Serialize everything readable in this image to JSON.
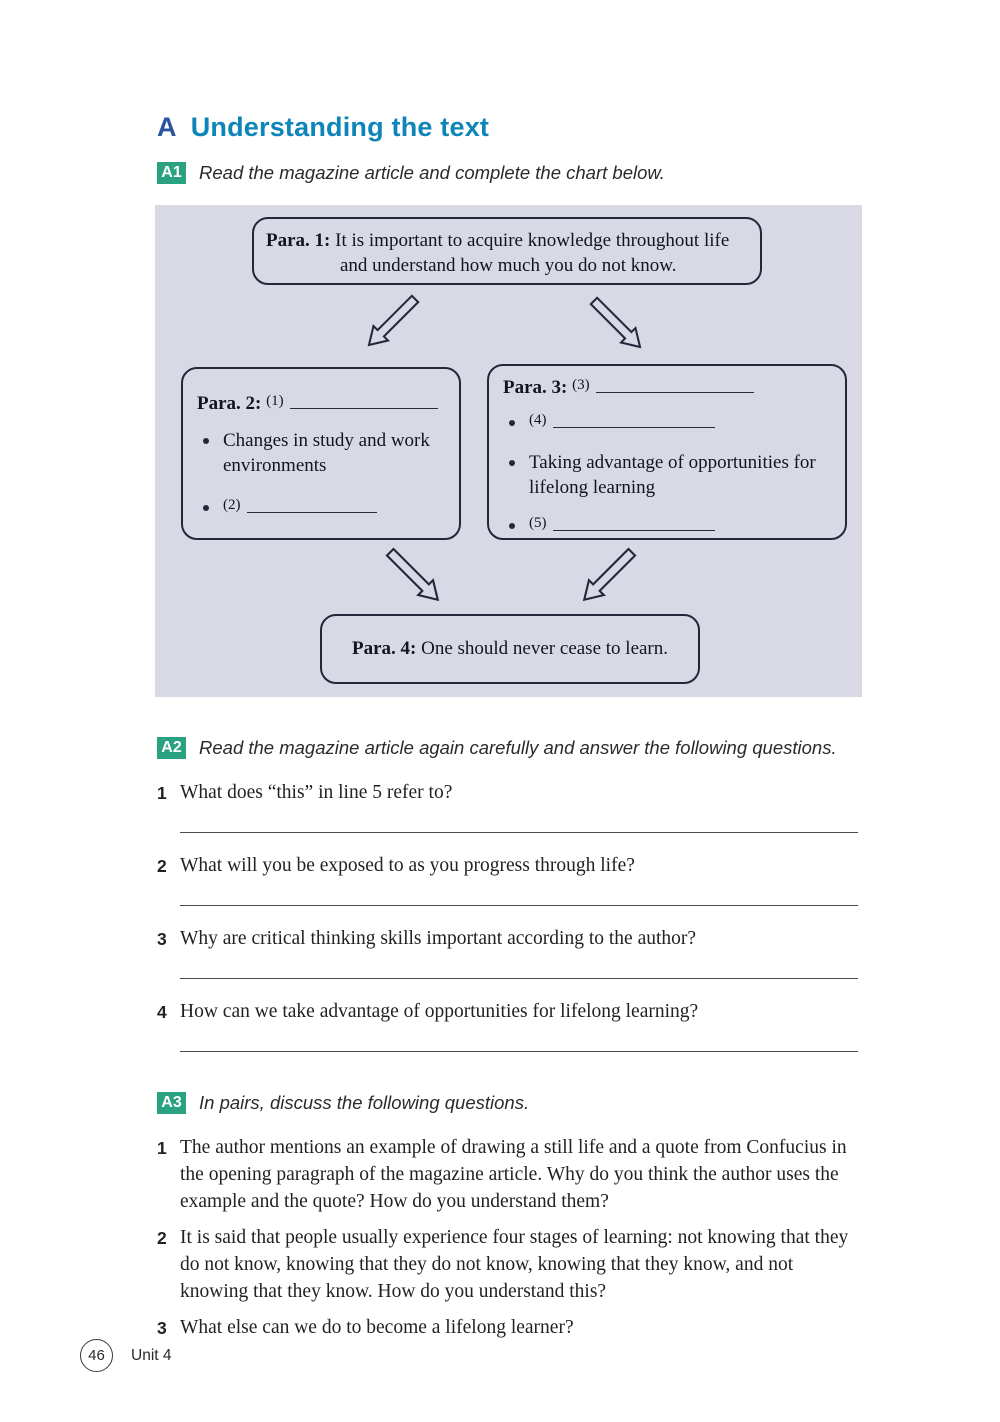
{
  "page": {
    "section_letter": "A",
    "section_title": "Understanding the text",
    "footer": {
      "page_number": "46",
      "unit_label": "Unit 4"
    }
  },
  "colors": {
    "section_letter_blue": "#2b54a0",
    "section_title_blue": "#0e85b8",
    "badge_green": "#2aa181",
    "panel_lavender": "#d9d9e6",
    "box_border": "#26263a"
  },
  "a1": {
    "badge": "A1",
    "instruction": "Read the magazine article and complete the chart below."
  },
  "chart": {
    "para1": {
      "label": "Para. 1:",
      "text": "It is important to acquire knowledge throughout life and understand how much you do not know."
    },
    "para2": {
      "label": "Para. 2:",
      "ref": "(1)",
      "bullet1": "Changes in study and work environments",
      "bullet2_ref": "(2)"
    },
    "para3": {
      "label": "Para. 3:",
      "ref": "(3)",
      "bullet1_ref": "(4)",
      "bullet2": "Taking advantage of opportunities for lifelong learning",
      "bullet3_ref": "(5)"
    },
    "para4": {
      "label": "Para. 4:",
      "text": "One should never cease to learn."
    }
  },
  "a2": {
    "badge": "A2",
    "instruction": "Read the magazine article again carefully and answer the following questions.",
    "questions": [
      {
        "num": "1",
        "text": "What does “this” in line 5 refer to?"
      },
      {
        "num": "2",
        "text": "What will you be exposed to as you progress through life?"
      },
      {
        "num": "3",
        "text": "Why are critical thinking skills important according to the author?"
      },
      {
        "num": "4",
        "text": "How can we take advantage of opportunities for lifelong learning?"
      }
    ]
  },
  "a3": {
    "badge": "A3",
    "instruction": "In pairs, discuss the following questions.",
    "questions": [
      {
        "num": "1",
        "text": "The author mentions an example of drawing a still life and a quote from Confucius in the opening paragraph of the magazine article. Why do you think the author uses the example and the quote? How do you understand them?"
      },
      {
        "num": "2",
        "text": "It is said that people usually experience four stages of learning: not knowing that they do not know, knowing that they do not know, knowing that they know, and not knowing that they know. How do you understand this?"
      },
      {
        "num": "3",
        "text": "What else can we do to become a lifelong learner?"
      }
    ]
  }
}
